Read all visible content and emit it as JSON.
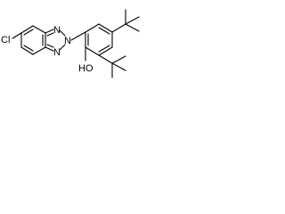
{
  "molecule": {
    "atom_labels": {
      "chloro": "Cl",
      "triazole_n1": "N",
      "triazole_n2": "N",
      "triazole_n3": "N",
      "hydroxyl": "HO"
    },
    "colors": {
      "ink": "#000000",
      "background": "#ffffff"
    }
  }
}
